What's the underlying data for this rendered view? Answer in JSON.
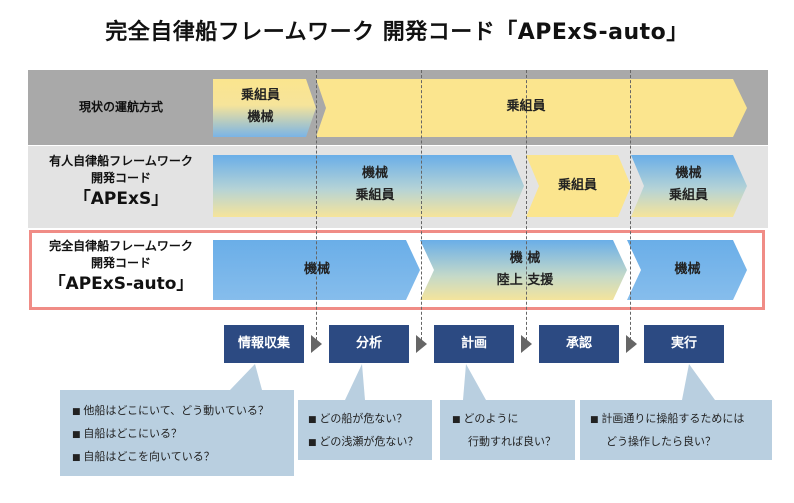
{
  "title": "完全自律船フレームワーク 開発コード「APExS-auto」",
  "rows": [
    {
      "label_lines": [
        "現状の運航方式"
      ],
      "segments": [
        {
          "lines": [
            "乗組員"
          ],
          "sub": "機械"
        },
        {
          "lines": [
            "乗組員"
          ]
        }
      ]
    },
    {
      "label_lines": [
        "有人自律船フレームワーク",
        "開発コード"
      ],
      "label_code": "「APExS」",
      "segments": [
        {
          "lines": [
            "機械",
            "乗組員"
          ]
        },
        {
          "lines": [
            "乗組員"
          ]
        },
        {
          "lines": [
            "機械",
            "乗組員"
          ]
        }
      ]
    },
    {
      "label_lines": [
        "完全自律船フレームワーク",
        "開発コード"
      ],
      "label_code": "「APExS-auto」",
      "segments": [
        {
          "lines": [
            "機械"
          ]
        },
        {
          "lines": [
            "機 械"
          ],
          "sub": "陸上 支援"
        },
        {
          "lines": [
            "機械"
          ]
        }
      ]
    }
  ],
  "steps": [
    "情報収集",
    "分析",
    "計画",
    "承認",
    "実行"
  ],
  "bubbles": [
    {
      "items": [
        [
          "他船はどこにいて、どう動いている？"
        ],
        [
          "自船はどこにいる？"
        ],
        [
          "自船はどこを向いている？"
        ]
      ]
    },
    {
      "items": [
        [
          "どの船が危ない？"
        ],
        [
          "どの浅瀬が危ない？"
        ]
      ]
    },
    {
      "items": [
        [
          "どのように",
          "行動すれば良い？"
        ]
      ]
    },
    {
      "items": [
        [
          "計画通りに操船するためには",
          "どう操作したら良い？"
        ]
      ]
    }
  ],
  "colors": {
    "yellow": "#fbe58e",
    "blue": "#6aaee8",
    "step_fill": "#2c4a82",
    "bubble_fill": "#b9cfe0",
    "highlight_border": "#f08c86",
    "row1_bg": "#a9a9a9",
    "row2_bg": "#e3e3e3"
  }
}
